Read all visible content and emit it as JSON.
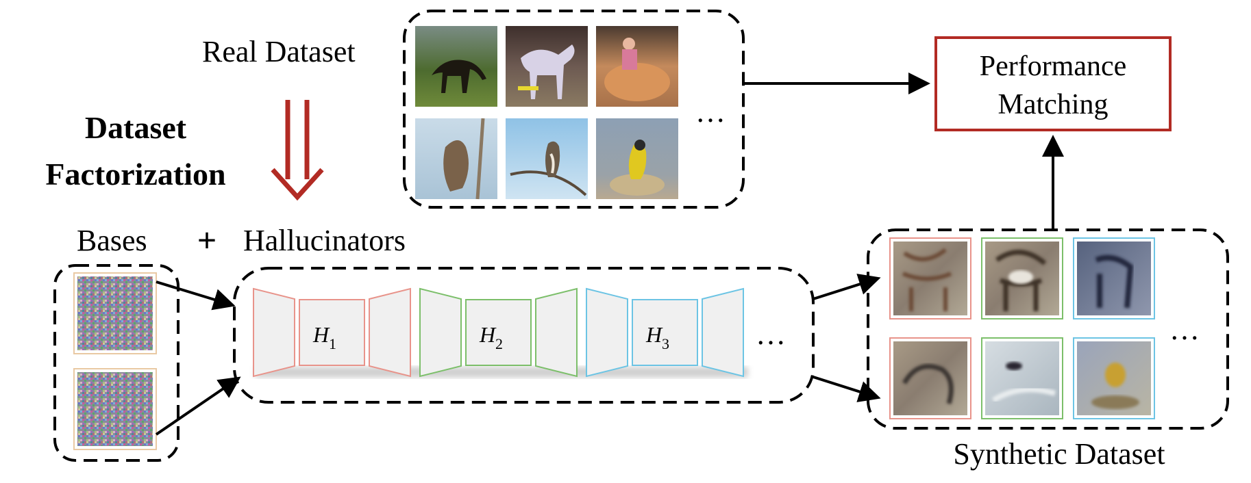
{
  "labels": {
    "real_dataset": "Real Dataset",
    "dataset_factorization_line1": "Dataset",
    "dataset_factorization_line2": "Factorization",
    "bases": "Bases",
    "plus": "+",
    "hallucinators": "Hallucinators",
    "performance_matching_line1": "Performance",
    "performance_matching_line2": "Matching",
    "synthetic_dataset": "Synthetic Dataset",
    "ellipsis": "…"
  },
  "hallucinators": [
    {
      "letter": "H",
      "sub": "1",
      "color": "#e8938a"
    },
    {
      "letter": "H",
      "sub": "2",
      "color": "#7cbf6a"
    },
    {
      "letter": "H",
      "sub": "3",
      "color": "#6cc4e4"
    }
  ],
  "colors": {
    "factorization_arrow": "#b22b24",
    "performance_box_border": "#b22b24",
    "base_frame": "#e9c9a3",
    "hallucinator_fill": "#f0f0f0"
  },
  "real_images": [
    "horse-grazing-photo",
    "horse-standing-photo",
    "person-riding-horse-photo",
    "bird-on-branch-photo",
    "bird-perched-photo",
    "yellow-bird-photo"
  ],
  "synthetic_images": [
    "synthetic-horse-1",
    "synthetic-horse-2",
    "synthetic-horse-3",
    "synthetic-bird-1",
    "synthetic-bird-2",
    "synthetic-bird-3"
  ]
}
